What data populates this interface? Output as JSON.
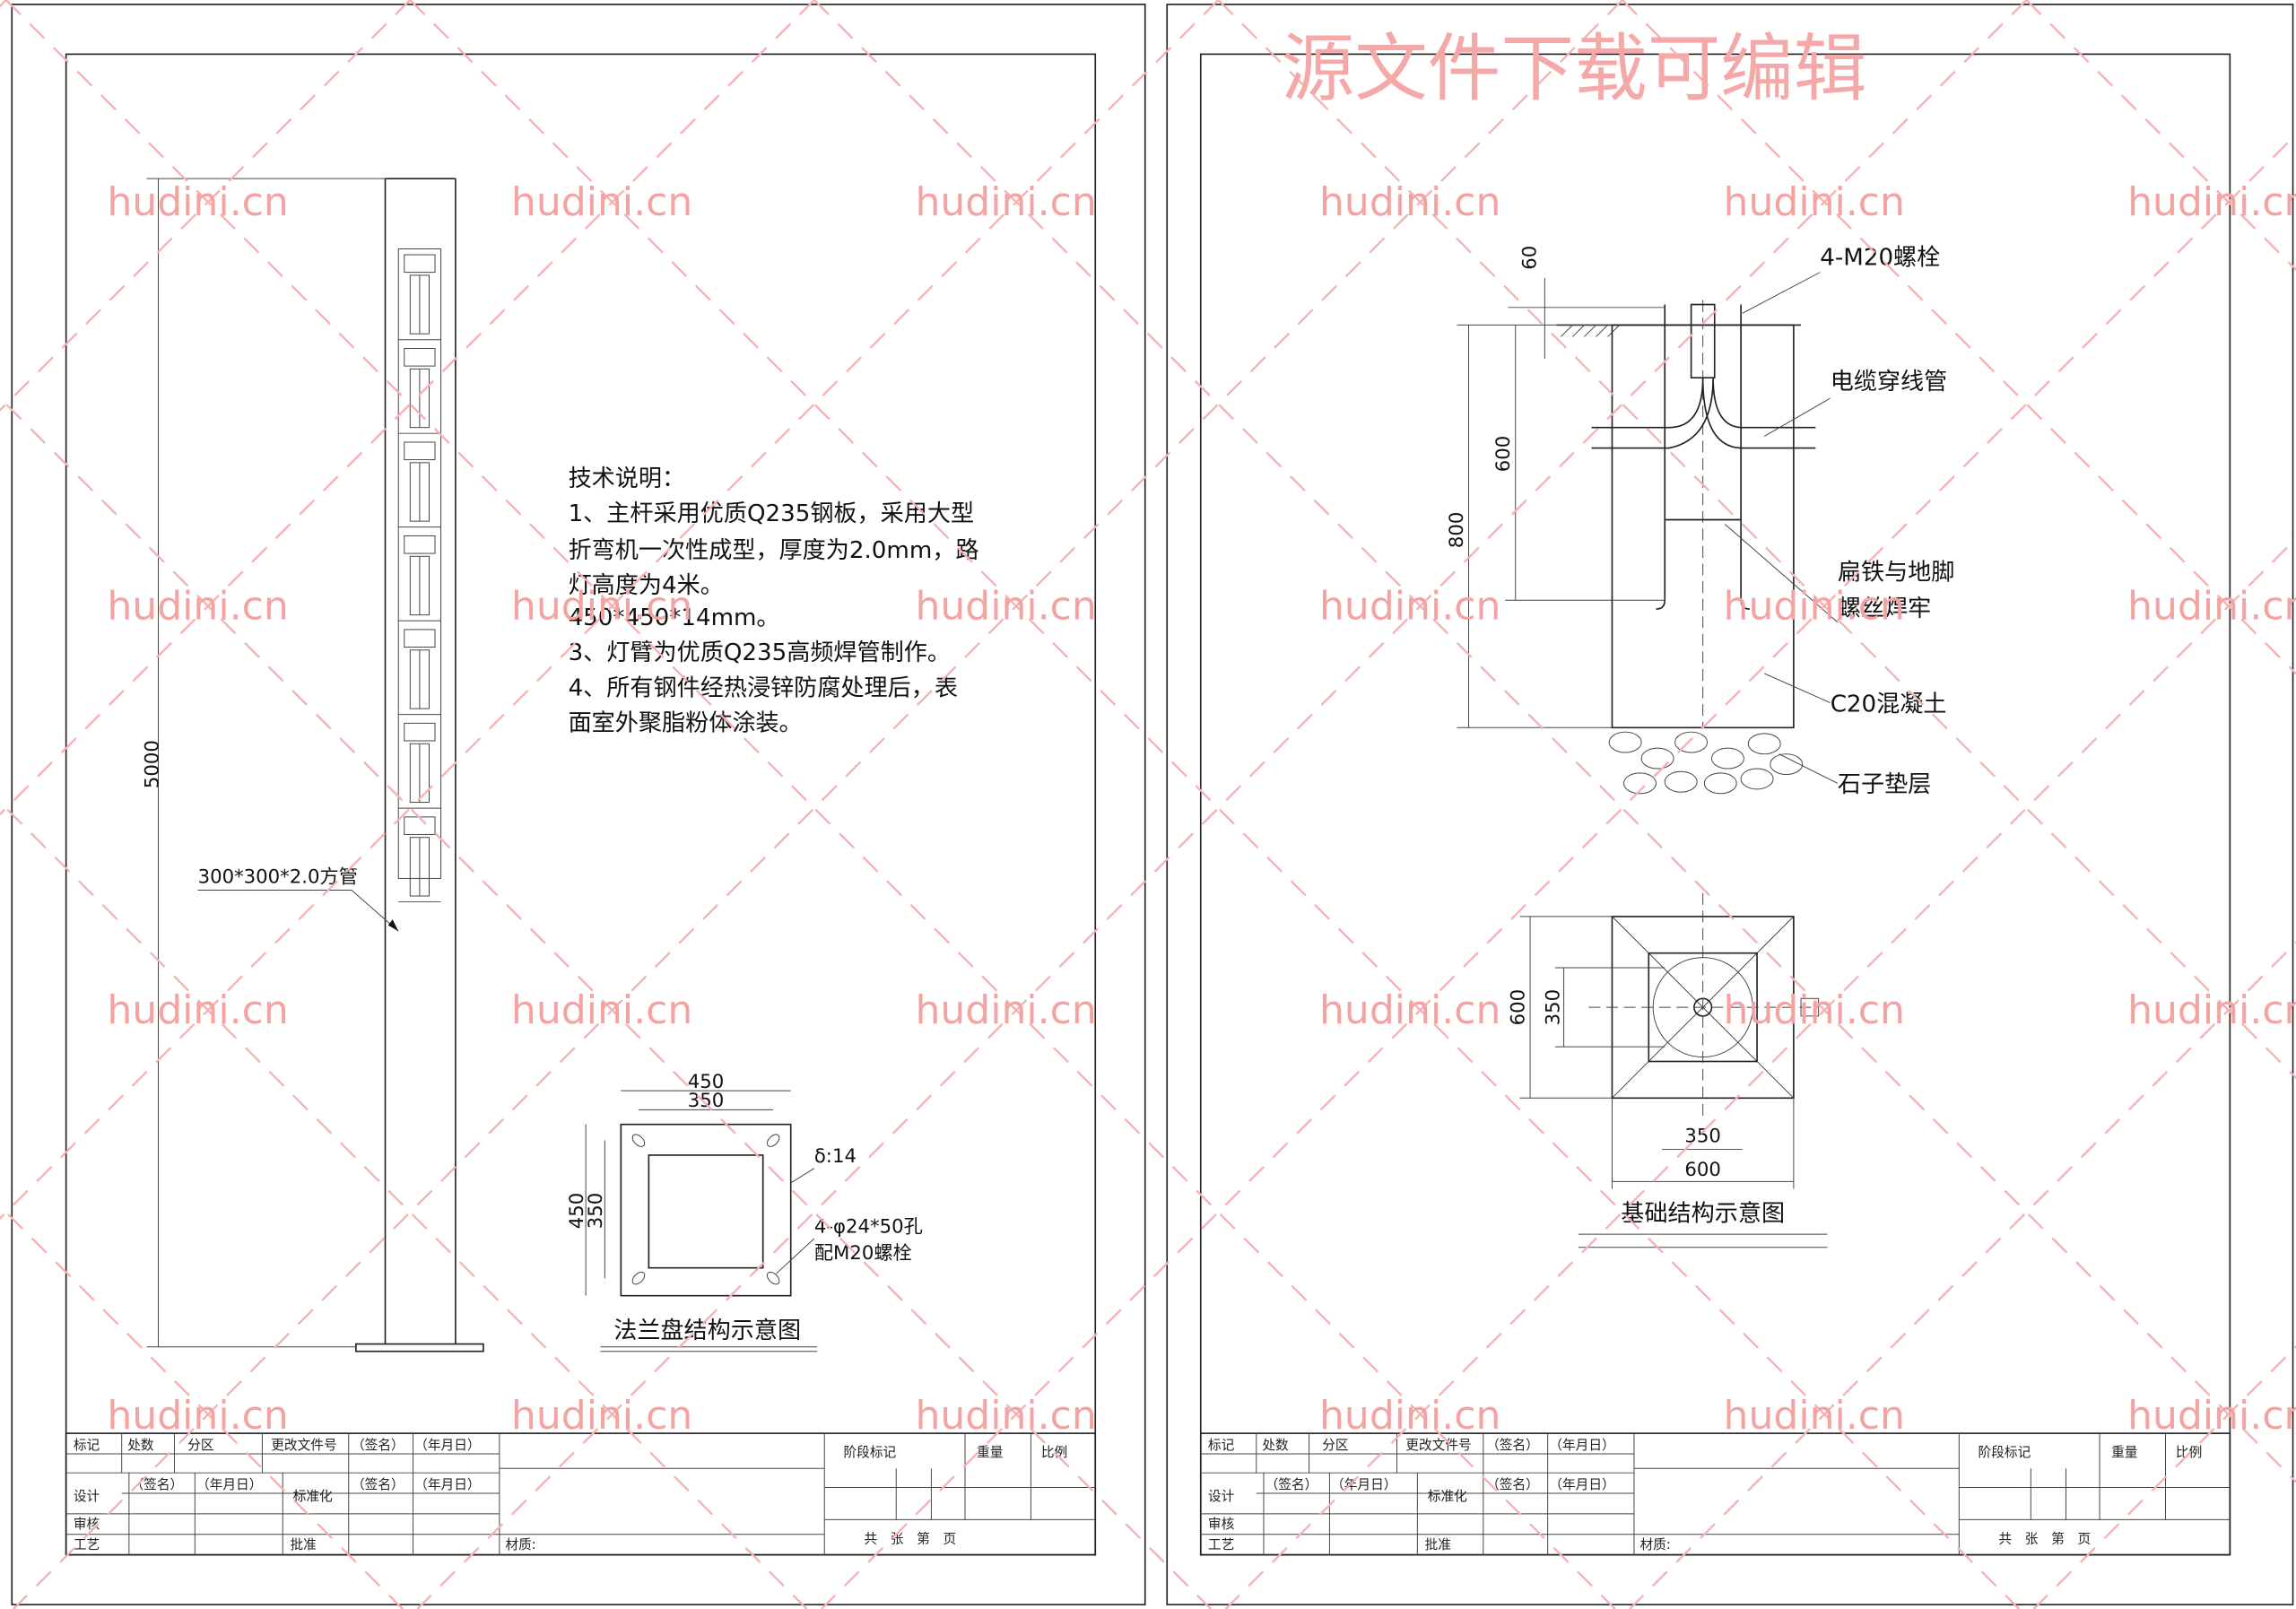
{
  "watermark": {
    "site": "hudini.cn",
    "banner": "源文件下载可编辑",
    "color": "#f4a3a3"
  },
  "left_sheet": {
    "pole": {
      "height_dim": "5000",
      "tube_label": "300*300*2.0方管"
    },
    "notes": {
      "title": "技术说明：",
      "lines": [
        "1、主杆采用优质Q235钢板，采用大型",
        "折弯机一次性成型，厚度为2.0mm，路",
        "灯高度为4米。",
        "450*450*14mm。",
        "3、灯臂为优质Q235高频焊管制作。",
        "4、所有钢件经热浸锌防腐处理后，表",
        "面室外聚脂粉体涂装。"
      ]
    },
    "flange": {
      "dim_outer_top": "450",
      "dim_inner_top": "350",
      "dim_outer_left": "450",
      "dim_inner_left": "350",
      "thickness": "δ:14",
      "holes": "4-φ24*50孔",
      "bolts": "配M20螺栓",
      "caption": "法兰盘结构示意图"
    }
  },
  "right_sheet": {
    "section": {
      "dim_60": "60",
      "dim_600": "600",
      "dim_800": "800",
      "bolt_label": "4-M20螺栓",
      "cable_label": "电缆穿线管",
      "weld_label_1": "扁铁与地脚",
      "weld_label_2": "螺丝焊牢",
      "concrete_label": "C20混凝土",
      "gravel_label": "石子垫层"
    },
    "plan": {
      "dim_600_left": "600",
      "dim_350_left": "350",
      "dim_350_bottom": "350",
      "dim_600_bottom": "600",
      "caption": "基础结构示意图"
    }
  },
  "title_block": {
    "mark": "标记",
    "count": "处数",
    "zone": "分区",
    "change_doc": "更改文件号",
    "sign": "（签名）",
    "date": "（年月日）",
    "design": "设计",
    "standard": "标准化",
    "review": "审核",
    "process": "工艺",
    "approve": "批准",
    "material": "材质:",
    "stage_mark": "阶段标记",
    "weight": "重量",
    "scale": "比例",
    "sheets": "共　张　第　页"
  }
}
